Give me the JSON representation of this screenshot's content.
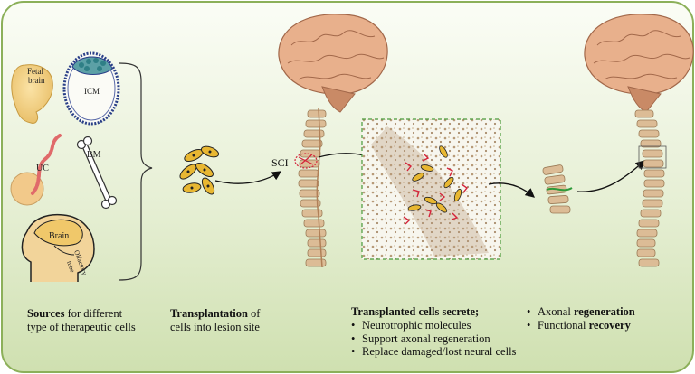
{
  "labels": {
    "fetal_brain_1": "Fetal",
    "fetal_brain_2": "brain",
    "icm": "ICM",
    "uc": "UC",
    "bm": "BM",
    "brain": "Brain",
    "olfactory_1": "Olfactory",
    "olfactory_2": "tube",
    "sci": "SCI"
  },
  "captions": {
    "sources": {
      "bold": "Sources",
      "rest": " for different",
      "line2": "type of therapeutic cells"
    },
    "transplantation": {
      "bold": "Transplantation",
      "rest": " of",
      "line2": "cells into lesion site"
    },
    "secrete": {
      "title": "Transplanted cells secrete;",
      "items": [
        "Neurotrophic molecules",
        "Support axonal regeneration",
        "Replace damaged/lost neural cells"
      ]
    },
    "outcomes": [
      {
        "plain": "Axonal ",
        "bold": "regeneration"
      },
      {
        "plain": "Functional ",
        "bold": "recovery"
      }
    ]
  },
  "colors": {
    "panel_top": "#fbfdf6",
    "panel_bottom": "#cfe0b0",
    "panel_border": "#8cb05a",
    "brain": "#e0a884",
    "vertebra": "#d9b892",
    "cell": "#e8b732",
    "lesion": "#d4243a"
  }
}
